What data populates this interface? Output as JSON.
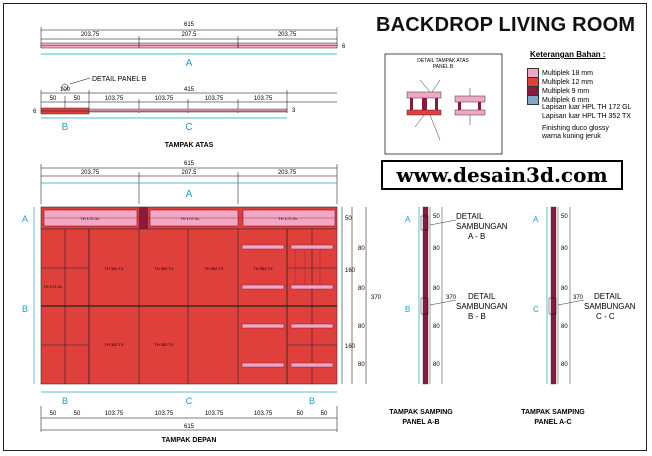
{
  "title": "BACKDROP LIVING ROOM",
  "watermark": "www.desain3d.com",
  "legend": {
    "title": "Keterangan Bahan :",
    "items": [
      {
        "label": "Multiplek 18 mm",
        "color": "#f2a7c4"
      },
      {
        "label": "Multiplek 12 mm",
        "color": "#e0403c"
      },
      {
        "label": "Multiplek 9 mm",
        "color": "#8b1a3a"
      },
      {
        "label": "Multiplek 6 mm",
        "color": "#7ea8c8"
      }
    ],
    "notes": [
      "Lapisan luar HPL TH 172 GL",
      "Lapisan luar HPL TH 352 TX",
      "Finishing duco glossy",
      "warna kuning jeruk"
    ]
  },
  "detail_box": {
    "title_line1": "DETAIL TAMPAK ATAS",
    "title_line2": "PANEL B"
  },
  "top_view": {
    "total": "615",
    "segments": [
      "203.75",
      "207.5",
      "203.75"
    ],
    "label_a": "A",
    "six": "6"
  },
  "plan_view": {
    "detail_label": "DETAIL PANEL B",
    "dims_upper": [
      "100",
      "415"
    ],
    "dims_lower": [
      "50",
      "50",
      "103.75",
      "103.75",
      "103.75",
      "103.75"
    ],
    "left_six": "6",
    "right_three": "3",
    "label_b": "B",
    "label_c": "C",
    "caption": "TAMPAK ATAS"
  },
  "front_view": {
    "total": "615",
    "segments": [
      "203.75",
      "207.5",
      "203.75"
    ],
    "label_a": "A",
    "side_labels": [
      "A",
      "B"
    ],
    "right_dims": [
      "50",
      "80",
      "160",
      "80",
      "80",
      "160",
      "80"
    ],
    "height": "370",
    "panel_labels": [
      "TH 172 GL",
      "TH 352 TX",
      "TH 352 TX",
      "TH 352 TX",
      "TH 352 TX",
      "TH 352 TX",
      "TH 352 TX"
    ],
    "bottom_labels": [
      "B",
      "C",
      "B"
    ],
    "bottom_dims": [
      "50",
      "50",
      "103.75",
      "103.75",
      "103.75",
      "103.75",
      "50",
      "50"
    ],
    "bottom_total": "615",
    "caption": "TAMPAK DEPAN"
  },
  "side_ab": {
    "labels": [
      "A",
      "B"
    ],
    "dims": [
      "50",
      "80",
      "80",
      "80",
      "80"
    ],
    "height": "370",
    "detail1": [
      "DETAIL",
      "SAMBUNGAN",
      "A - B"
    ],
    "detail2": [
      "DETAIL",
      "SAMBUNGAN",
      "B - B"
    ],
    "caption1": "TAMPAK SAMPING",
    "caption2": "PANEL A-B"
  },
  "side_ac": {
    "labels": [
      "A",
      "C"
    ],
    "dims": [
      "50",
      "80",
      "80",
      "80",
      "80"
    ],
    "height": "370",
    "detail": [
      "DETAIL",
      "SAMBUNGAN",
      "C - C"
    ],
    "caption1": "TAMPAK SAMPING",
    "caption2": "PANEL A-C"
  }
}
